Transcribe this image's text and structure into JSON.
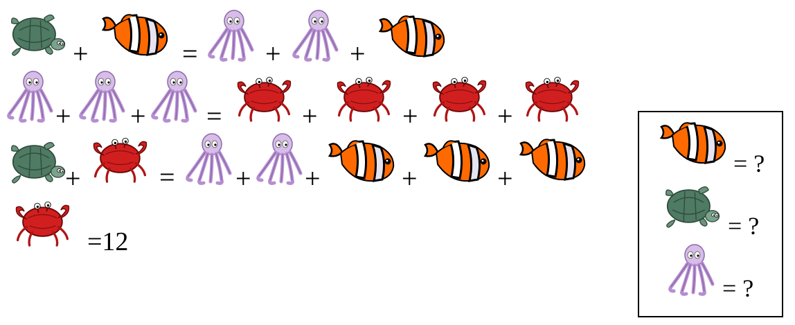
{
  "puzzle": {
    "equations": [
      {
        "left": [
          "turtle",
          "clownfish"
        ],
        "ops_left": [
          "+"
        ],
        "equals": "=",
        "right": [
          "octopus",
          "octopus",
          "clownfish"
        ],
        "ops_right": [
          "+",
          "+"
        ]
      },
      {
        "left": [
          "octopus",
          "octopus",
          "octopus"
        ],
        "ops_left": [
          "+",
          "+"
        ],
        "equals": "=",
        "right": [
          "crab",
          "crab",
          "crab",
          "crab"
        ],
        "ops_right": [
          "+",
          "+",
          "+"
        ]
      },
      {
        "left": [
          "turtle",
          "crab"
        ],
        "ops_left": [
          "+"
        ],
        "equals": "=",
        "right": [
          "octopus",
          "octopus",
          "clownfish",
          "clownfish",
          "clownfish"
        ],
        "ops_right": [
          "+",
          "+",
          "+",
          "+"
        ]
      }
    ],
    "given": {
      "animal": "crab",
      "text": "=12"
    }
  },
  "answer_box": {
    "items": [
      {
        "animal": "clownfish",
        "text": "= ?"
      },
      {
        "animal": "turtle",
        "text": "= ?"
      },
      {
        "animal": "octopus",
        "text": "= ?"
      }
    ]
  },
  "colors": {
    "turtle": "#4f7a63",
    "clownfish": "#ff6a00",
    "octopus": "#c7a6dd",
    "crab": "#d11f1f"
  }
}
